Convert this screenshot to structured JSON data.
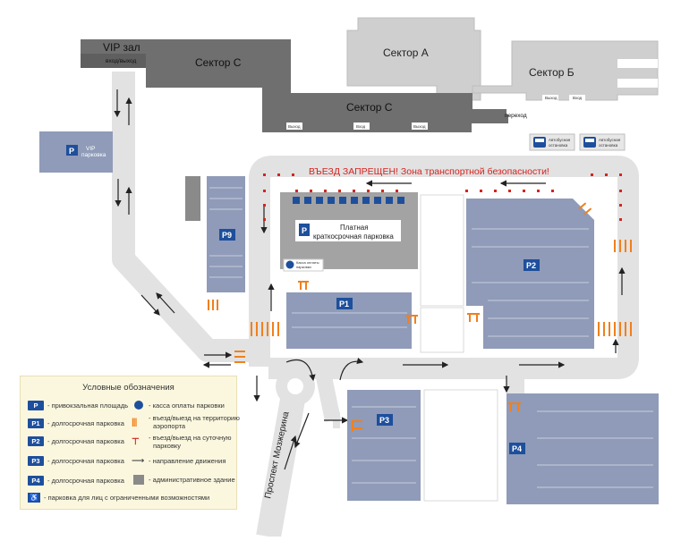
{
  "terminals": {
    "vip_hall": "VIP зал",
    "vip_entry": "вход/выход",
    "sector_a": "Сектор А",
    "sector_b": "Сектор Б",
    "sector_c_top": "Сектор С",
    "sector_c_bottom": "Сектор С",
    "transfer": "переход"
  },
  "doors": [
    "Выход",
    "Вход",
    "Выход",
    "Выход",
    "Вход"
  ],
  "bus_stops": [
    {
      "label_1": "Автобусная",
      "label_2": "остановка"
    },
    {
      "label_1": "Автобусная",
      "label_2": "остановка"
    }
  ],
  "restricted_zone": "ВЪЕЗД ЗАПРЕЩЕН! Зона транспортной безопасности!",
  "parkings": {
    "vip": {
      "badge": "P",
      "label_1": "VIP",
      "label_2": "парковка"
    },
    "short_term": {
      "badge": "P",
      "label_1": "Платная",
      "label_2": "краткосрочная парковка"
    },
    "kassa": {
      "label_1": "Касса оплаты",
      "label_2": "парковки"
    },
    "p1": "P1",
    "p2": "P2",
    "p3": "P3",
    "p4": "P4",
    "p9": "P9"
  },
  "street": "Проспект Мозжерина",
  "legend": {
    "title": "Условные обозначения",
    "items": [
      {
        "symbol": "P",
        "text": "- привокзальная площадь"
      },
      {
        "symbol": "P1",
        "text": "- долгосрочная парковка"
      },
      {
        "symbol": "P2",
        "text": "- долгосрочная парковка"
      },
      {
        "symbol": "P3",
        "text": "- долгосрочная парковка"
      },
      {
        "symbol": "P4",
        "text": "- долгосрочная парковка"
      },
      {
        "symbol": "accessible-icon",
        "text": "- парковка для лиц с ограниченными возможностями"
      },
      {
        "symbol": "cashier-icon",
        "text": "- касса оплаты парковки"
      },
      {
        "symbol": "barrier-orange-icon",
        "text_1": "- въезд/выезд на территорию",
        "text_2": "аэропорта"
      },
      {
        "symbol": "barrier-red-icon",
        "text_1": "- въезд/выезд на суточную",
        "text_2": "парковку"
      },
      {
        "symbol": "arrow-icon",
        "text": "- направление движения"
      },
      {
        "symbol": "admin-building-icon",
        "text": "- административное здание"
      }
    ]
  },
  "colors": {
    "building": "#6f6f6f",
    "building_light": "#cfcfcf",
    "road": "#e5e5e5",
    "parking": "#8f9bb8",
    "badge": "#1e4f9c",
    "restricted": "#d6231f",
    "barrier": "#f0801c"
  }
}
